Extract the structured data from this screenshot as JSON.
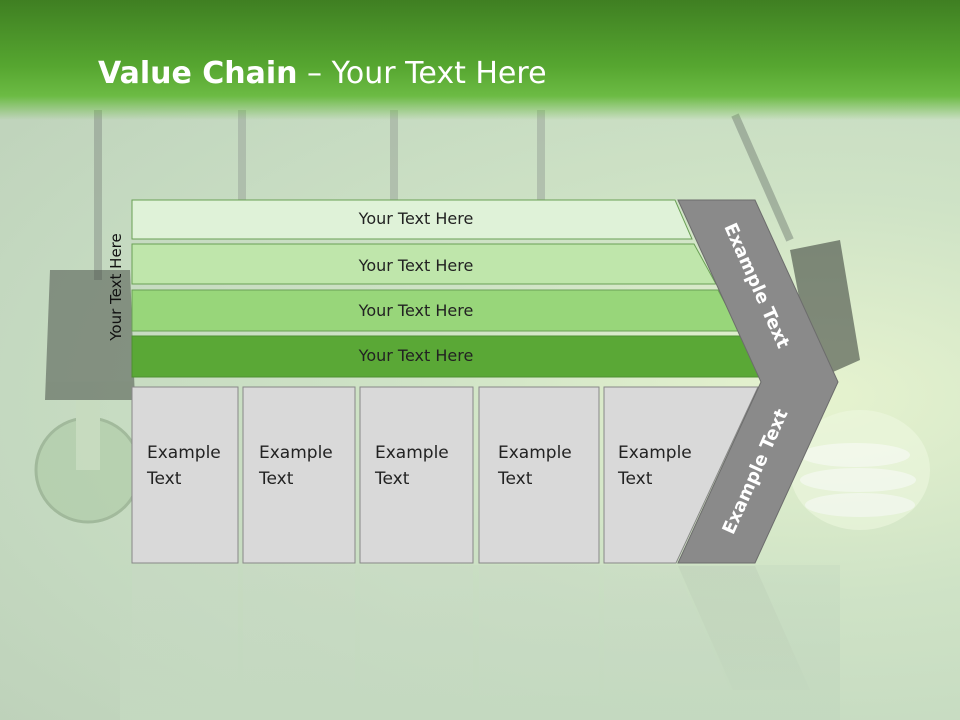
{
  "slide": {
    "title_bold": "Value Chain",
    "title_rest": " – Your Text Here"
  },
  "diagram": {
    "side_label": "Your Text Here",
    "rows": [
      {
        "label": "Your Text Here",
        "color": "#dff2d8"
      },
      {
        "label": "Your Text Here",
        "color": "#bfe6ab"
      },
      {
        "label": "Your Text Here",
        "color": "#98d67a"
      },
      {
        "label": "Your Text Here",
        "color": "#5aa836"
      }
    ],
    "boxes": [
      {
        "label": "Example\nText"
      },
      {
        "label": "Example\nText"
      },
      {
        "label": "Example\nText"
      },
      {
        "label": "Example\nText"
      },
      {
        "label": "Example\nText"
      }
    ],
    "chevron_top_label": "Example Text",
    "chevron_bottom_label": "Example Text",
    "chevron_color": "#8a8a8a",
    "box_color": "#d9d9d9"
  }
}
